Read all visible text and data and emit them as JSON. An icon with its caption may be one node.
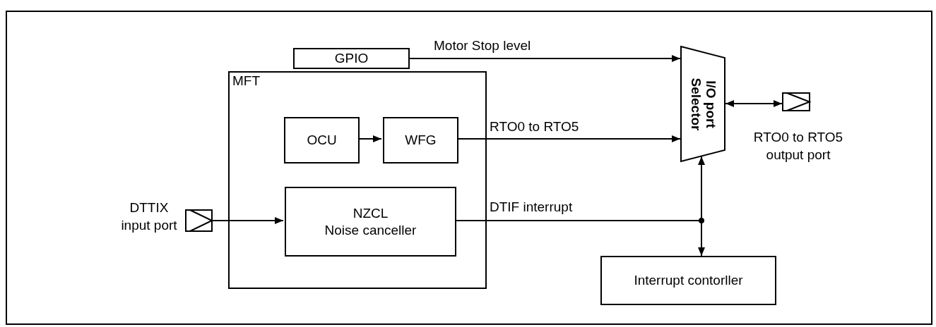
{
  "diagram": {
    "nodes": [
      {
        "text": [
          "GPIO"
        ]
      },
      {
        "text": [
          "I/O port Selector"
        ]
      },
      {
        "text": [],
        "shape": "box",
        "beside": [
          "RTO0 to RTO5 output port"
        ]
      },
      {
        "text": [
          "MFT"
        ]
      },
      {
        "text": [
          "OCU"
        ],
        "in": 3
      },
      {
        "text": [
          "WFG"
        ],
        "in": 3
      },
      {
        "text": [
          "NZCL",
          "Noise canceller"
        ],
        "in": 3
      },
      {
        "text": [],
        "shape": "box",
        "beside": [
          "DTTIX input port"
        ]
      },
      {
        "text": [
          "Interrupt contorller"
        ]
      }
    ],
    "edges": [
      {
        "from": 0,
        "to": 1,
        "arrow": "to",
        "label": "Motor Stop level"
      },
      {
        "from": 4,
        "to": 5,
        "arrow": "to"
      },
      {
        "from": 5,
        "to": 1,
        "arrow": "to",
        "label": "RTO0 to RTO5"
      },
      {
        "from": 1,
        "to": 2,
        "arrow": "both"
      },
      {
        "from": 7,
        "to": 6,
        "arrow": "to"
      },
      {
        "from": 6,
        "to": 1,
        "arrow": "to",
        "label": "DTIF interrupt"
      },
      {
        "from": 6,
        "to": 8,
        "arrow": "to"
      }
    ]
  }
}
